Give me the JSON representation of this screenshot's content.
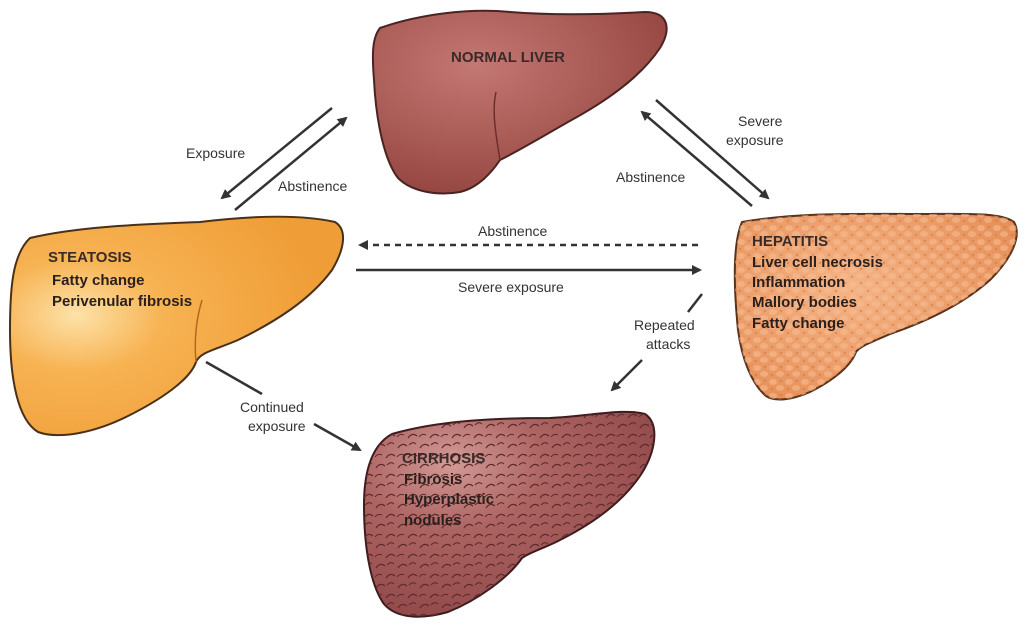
{
  "colors": {
    "normal_liver": "#a85550",
    "steatosis": "#f5a944",
    "hepatitis": "#ee9a62",
    "cirrhosis": "#a6595a",
    "arrow": "#333333"
  },
  "organs": {
    "normal": {
      "title": "NORMAL LIVER"
    },
    "steatosis": {
      "title": "STEATOSIS",
      "lines": [
        "Fatty change",
        "Perivenular fibrosis"
      ]
    },
    "hepatitis": {
      "title": "HEPATITIS",
      "lines": [
        "Liver cell necrosis",
        "Inflammation",
        "Mallory bodies",
        "Fatty change"
      ]
    },
    "cirrhosis": {
      "title": "CIRRHOSIS",
      "lines": [
        "Fibrosis",
        "Hyperplastic",
        "nodules"
      ]
    }
  },
  "arrows": {
    "exposure": "Exposure",
    "abstinence_left": "Abstinence",
    "severe_exposure_top": [
      "Severe",
      "exposure"
    ],
    "abstinence_right": "Abstinence",
    "abstinence_middle": "Abstinence",
    "severe_exposure_middle": "Severe exposure",
    "repeated_attacks": [
      "Repeated",
      "attacks"
    ],
    "continued_exposure": [
      "Continued",
      "exposure"
    ]
  }
}
